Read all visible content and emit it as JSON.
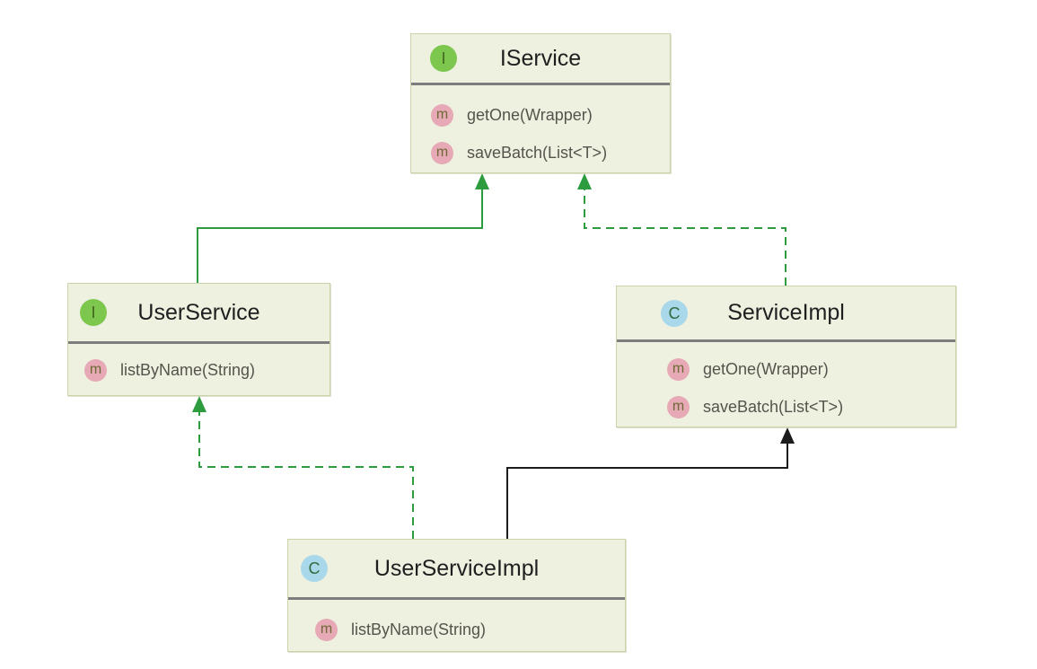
{
  "diagram": {
    "classes": [
      {
        "id": "iservice",
        "kind": "interface",
        "icon_letter": "I",
        "name": "IService",
        "methods": [
          {
            "icon_letter": "m",
            "label": "getOne(Wrapper)"
          },
          {
            "icon_letter": "m",
            "label": "saveBatch(List<T>)"
          }
        ]
      },
      {
        "id": "userservice",
        "kind": "interface",
        "icon_letter": "I",
        "name": "UserService",
        "methods": [
          {
            "icon_letter": "m",
            "label": "listByName(String)"
          }
        ]
      },
      {
        "id": "serviceimpl",
        "kind": "class",
        "icon_letter": "C",
        "name": "ServiceImpl",
        "methods": [
          {
            "icon_letter": "m",
            "label": "getOne(Wrapper)"
          },
          {
            "icon_letter": "m",
            "label": "saveBatch(List<T>)"
          }
        ]
      },
      {
        "id": "userserviceimpl",
        "kind": "class",
        "icon_letter": "C",
        "name": "UserServiceImpl",
        "methods": [
          {
            "icon_letter": "m",
            "label": "listByName(String)"
          }
        ]
      }
    ],
    "edges": [
      {
        "from": "UserService",
        "to": "IService",
        "relation": "extends",
        "line": "solid",
        "color": "#2c9c3e"
      },
      {
        "from": "ServiceImpl",
        "to": "IService",
        "relation": "implements",
        "line": "dashed",
        "color": "#2c9c3e"
      },
      {
        "from": "UserServiceImpl",
        "to": "UserService",
        "relation": "implements",
        "line": "dashed",
        "color": "#2c9c3e"
      },
      {
        "from": "UserServiceImpl",
        "to": "ServiceImpl",
        "relation": "extends",
        "line": "solid",
        "color": "#1c1c1c"
      }
    ]
  },
  "colors": {
    "canvas_bg": "#ffffff",
    "box_bg": "#eef0e0",
    "box_border": "#ccd3a8",
    "divider": "#7d7d7d",
    "title_text": "#1f1f1f",
    "method_text": "#55544c",
    "interface_icon_bg": "#7dc74e",
    "interface_icon_fg": "#44661f",
    "class_icon_bg": "#a9d8ea",
    "class_icon_fg": "#2f6b3c",
    "method_icon_bg": "#e6a9b5",
    "method_icon_fg": "#6e6a35",
    "edge_green": "#2c9c3e",
    "edge_black": "#1c1c1c"
  }
}
